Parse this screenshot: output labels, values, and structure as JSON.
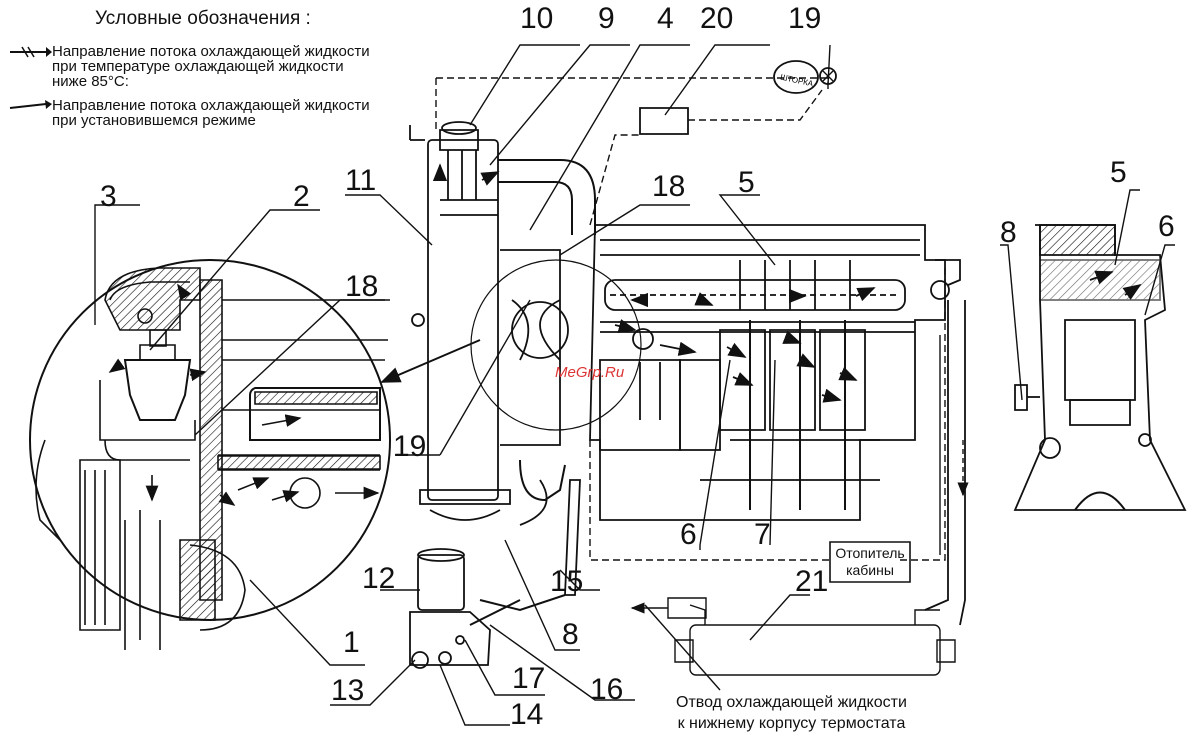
{
  "legend": {
    "title": "Условные обозначения :",
    "items": [
      {
        "text": "Направление потока охлаждающей жидкости\nпри температуре охлаждающей жидкости\nниже 85°С:",
        "arrow": "crossed-arrow-icon"
      },
      {
        "text": "Направление потока охлаждающей жидкости\nпри установившемся режиме",
        "arrow": "plain-arrow-icon"
      }
    ]
  },
  "callouts": [
    "10",
    "9",
    "4",
    "20",
    "19",
    "3",
    "2",
    "11",
    "18",
    "18",
    "5",
    "5",
    "6",
    "8",
    "19",
    "1",
    "12",
    "13",
    "14",
    "15",
    "17",
    "16",
    "8",
    "6",
    "7",
    "21"
  ],
  "heater_box": "Отопитель\nкабины",
  "return_note": "Отвод охлаждающей жидкости\nк нижнему корпусу термостата",
  "watermark": "MeGrp.Ru",
  "shutter_label": "ШТОРКА",
  "colors": {
    "line": "#111111",
    "watermark": "#dd3333"
  }
}
